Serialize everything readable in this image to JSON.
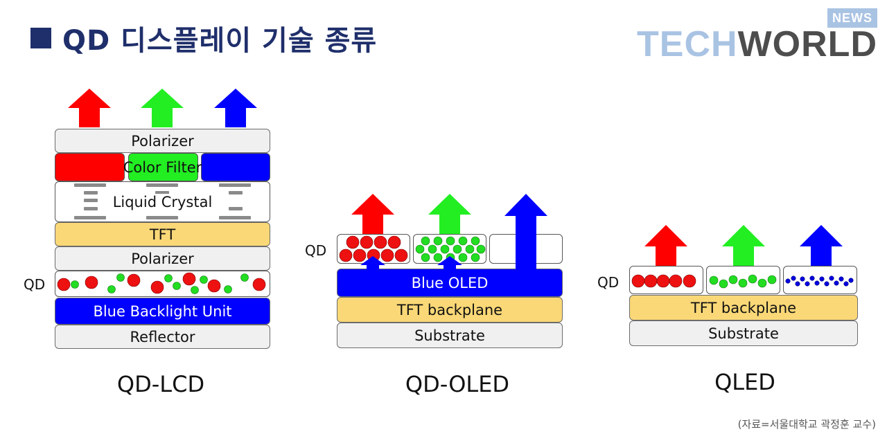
{
  "header": {
    "title": "QD 디스플레이 기술 종류",
    "logo_news": "NEWS",
    "logo_tech": "TECH",
    "logo_world": "WORLD"
  },
  "colors": {
    "title": "#1f2f6b",
    "red": "#ff0000",
    "green": "#22ee22",
    "blue": "#0000ff",
    "yellow_layer": "#fad877",
    "gray_layer": "#f0f0f0",
    "logo_light": "#a9c3e3",
    "logo_dark": "#4d4d4d"
  },
  "qd_lcd": {
    "caption": "QD-LCD",
    "qd_label": "QD",
    "layers": {
      "polarizer_top": "Polarizer",
      "color_filter": "Color Filter",
      "liquid_crystal": "Liquid Crystal",
      "tft": "TFT",
      "polarizer_bottom": "Polarizer",
      "backlight": "Blue Backlight Unit",
      "reflector": "Reflector"
    }
  },
  "qd_oled": {
    "caption": "QD-OLED",
    "qd_label": "QD",
    "layers": {
      "blue_oled": "Blue OLED",
      "tft_backplane": "TFT backplane",
      "substrate": "Substrate"
    }
  },
  "qled": {
    "caption": "QLED",
    "qd_label": "QD",
    "layers": {
      "tft_backplane": "TFT backplane",
      "substrate": "Substrate"
    }
  },
  "source": "(자료=서울대학교 곽정훈 교수)"
}
